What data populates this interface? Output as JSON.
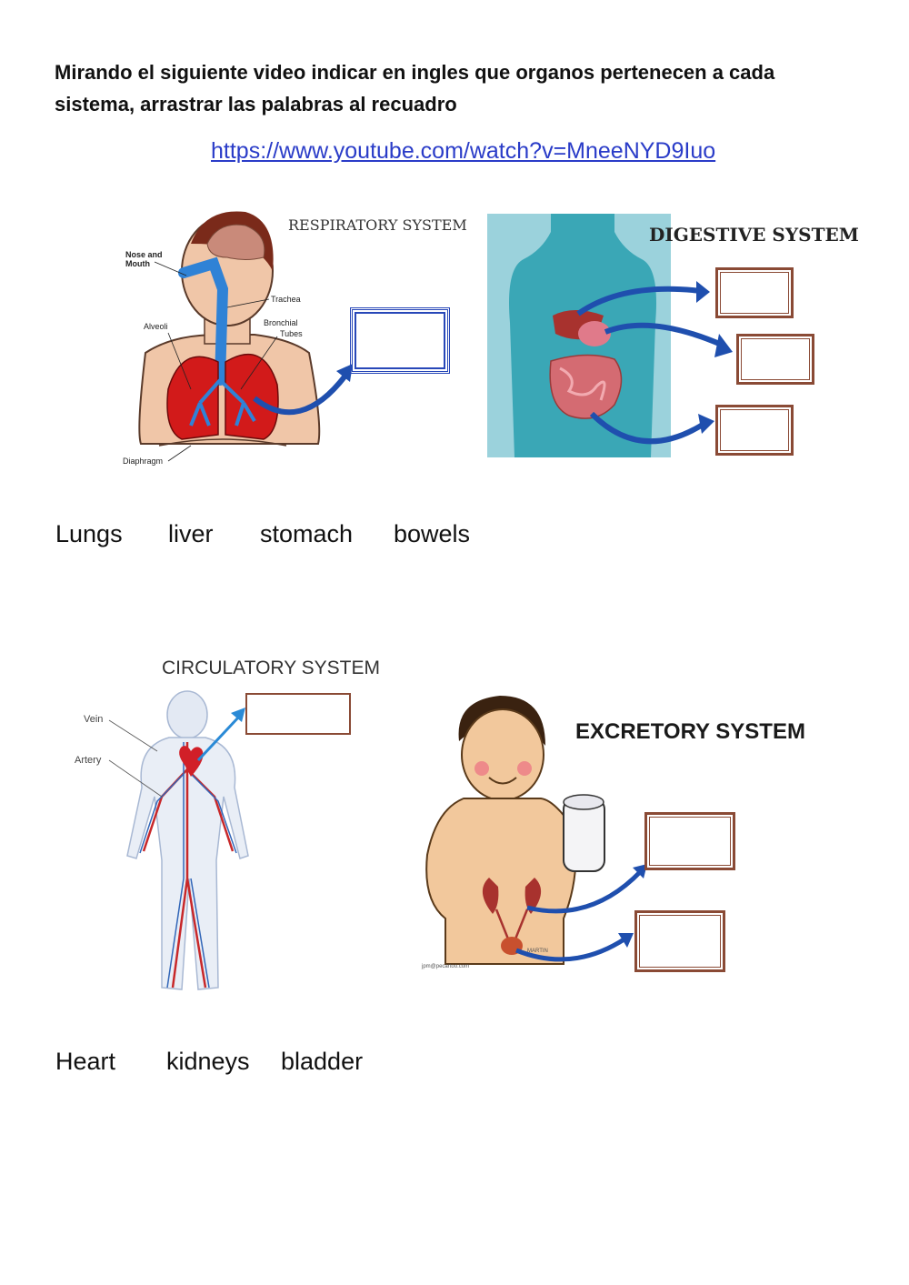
{
  "instructions": "Mirando el siguiente video indicar en ingles que organos pertenecen a cada sistema, arrastrar las palabras al recuadro",
  "video_link": "https://www.youtube.com/watch?v=MneeNYD9Iuo",
  "respiratory": {
    "title": "RESPIRATORY SYSTEM",
    "labels": {
      "nose_mouth_1": "Nose and",
      "nose_mouth_2": "Mouth",
      "trachea": "Trachea",
      "alveoli": "Alveoli",
      "bronchial_1": "Bronchial",
      "bronchial_2": "Tubes",
      "diaphragm": "Diaphragm"
    }
  },
  "digestive": {
    "title": "DIGESTIVE SYSTEM"
  },
  "wordbank1": [
    "Lungs",
    "liver",
    "stomach",
    "bowels"
  ],
  "circulatory": {
    "title": "CIRCULATORY SYSTEM",
    "labels": {
      "vein": "Vein",
      "artery": "Artery"
    }
  },
  "excretory": {
    "title": "EXCRETORY SYSTEM",
    "credit": "jpm@pecartoo.com",
    "signature": "MARTIN"
  },
  "wordbank2": [
    "Heart",
    "kidneys",
    "bladder"
  ],
  "colors": {
    "arrow": "#1f4fae",
    "resp_box": "#2747b8",
    "dig_box": "#8a4a35",
    "dig_bg": "#9bd2dc",
    "body_teal": "#3aa7b6"
  }
}
